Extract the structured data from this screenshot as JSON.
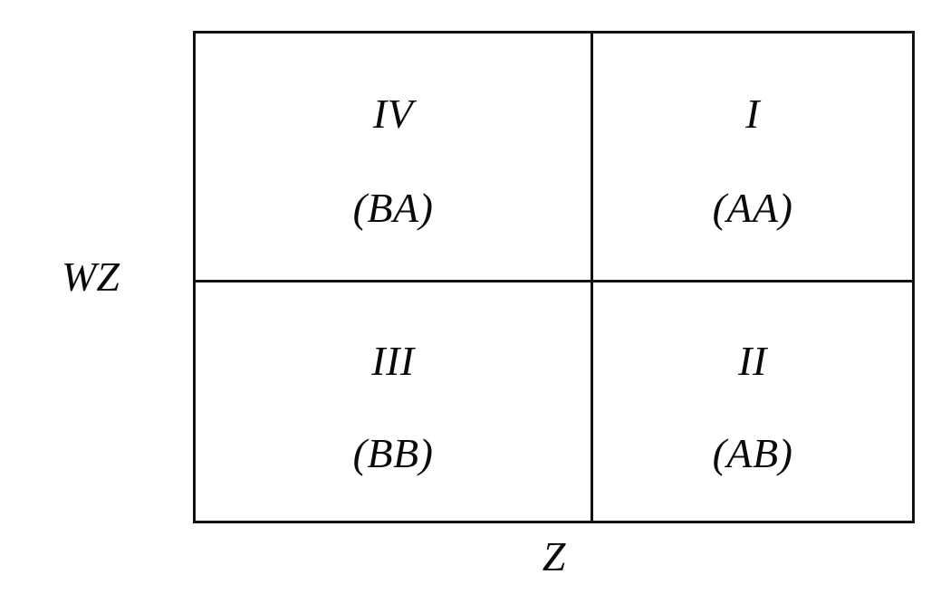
{
  "figure": {
    "type": "2x2-matrix-diagram",
    "background_color": "#ffffff",
    "line_color": "#111111",
    "text_color": "#0a0a0a"
  },
  "axes": {
    "y_label": "WZ",
    "x_label": "Z"
  },
  "quadrants": [
    {
      "position": "top-left",
      "roman": "IV",
      "code": "(BA)"
    },
    {
      "position": "top-right",
      "roman": "I",
      "code": "(AA)"
    },
    {
      "position": "bottom-left",
      "roman": "III",
      "code": "(BB)"
    },
    {
      "position": "bottom-right",
      "roman": "II",
      "code": "(AB)"
    }
  ]
}
